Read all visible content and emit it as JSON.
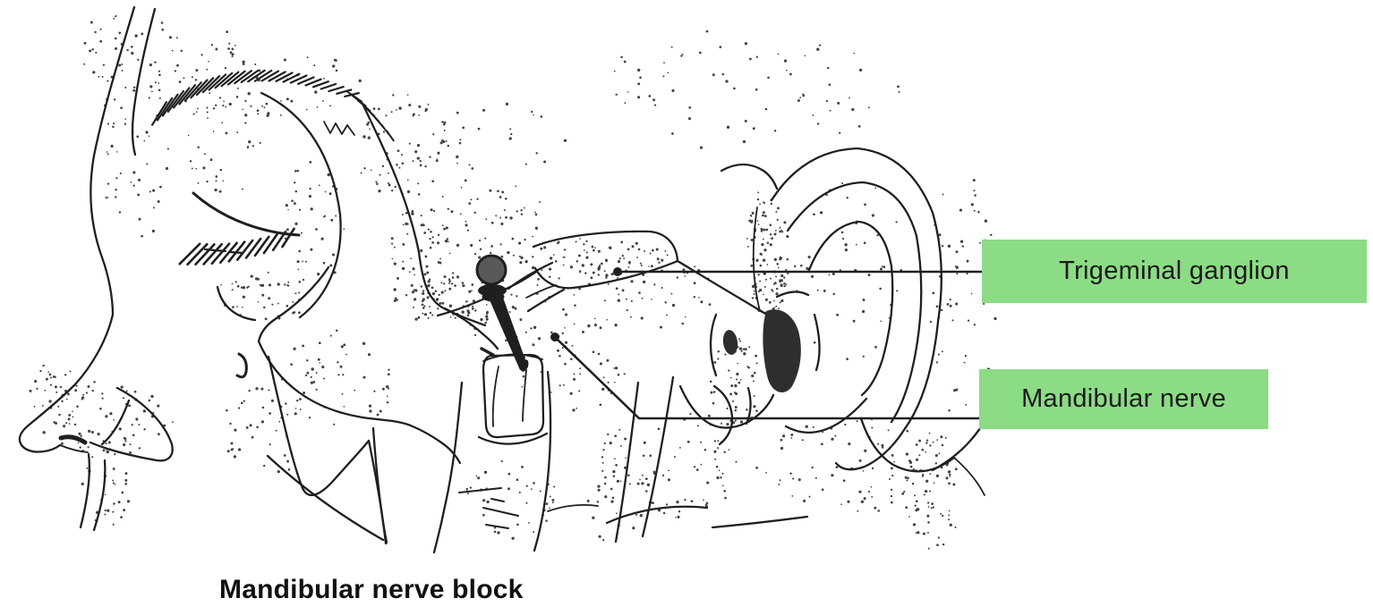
{
  "figure": {
    "caption": "Mandibular nerve block",
    "labels": [
      {
        "id": "trigeminal-ganglion",
        "text": "Trigeminal ganglion"
      },
      {
        "id": "mandibular-nerve",
        "text": "Mandibular nerve"
      }
    ],
    "colors": {
      "label_background": "#8cdb85",
      "label_text": "#1a1a1a",
      "ink": "#1f1f1f",
      "background": "#ffffff"
    }
  }
}
